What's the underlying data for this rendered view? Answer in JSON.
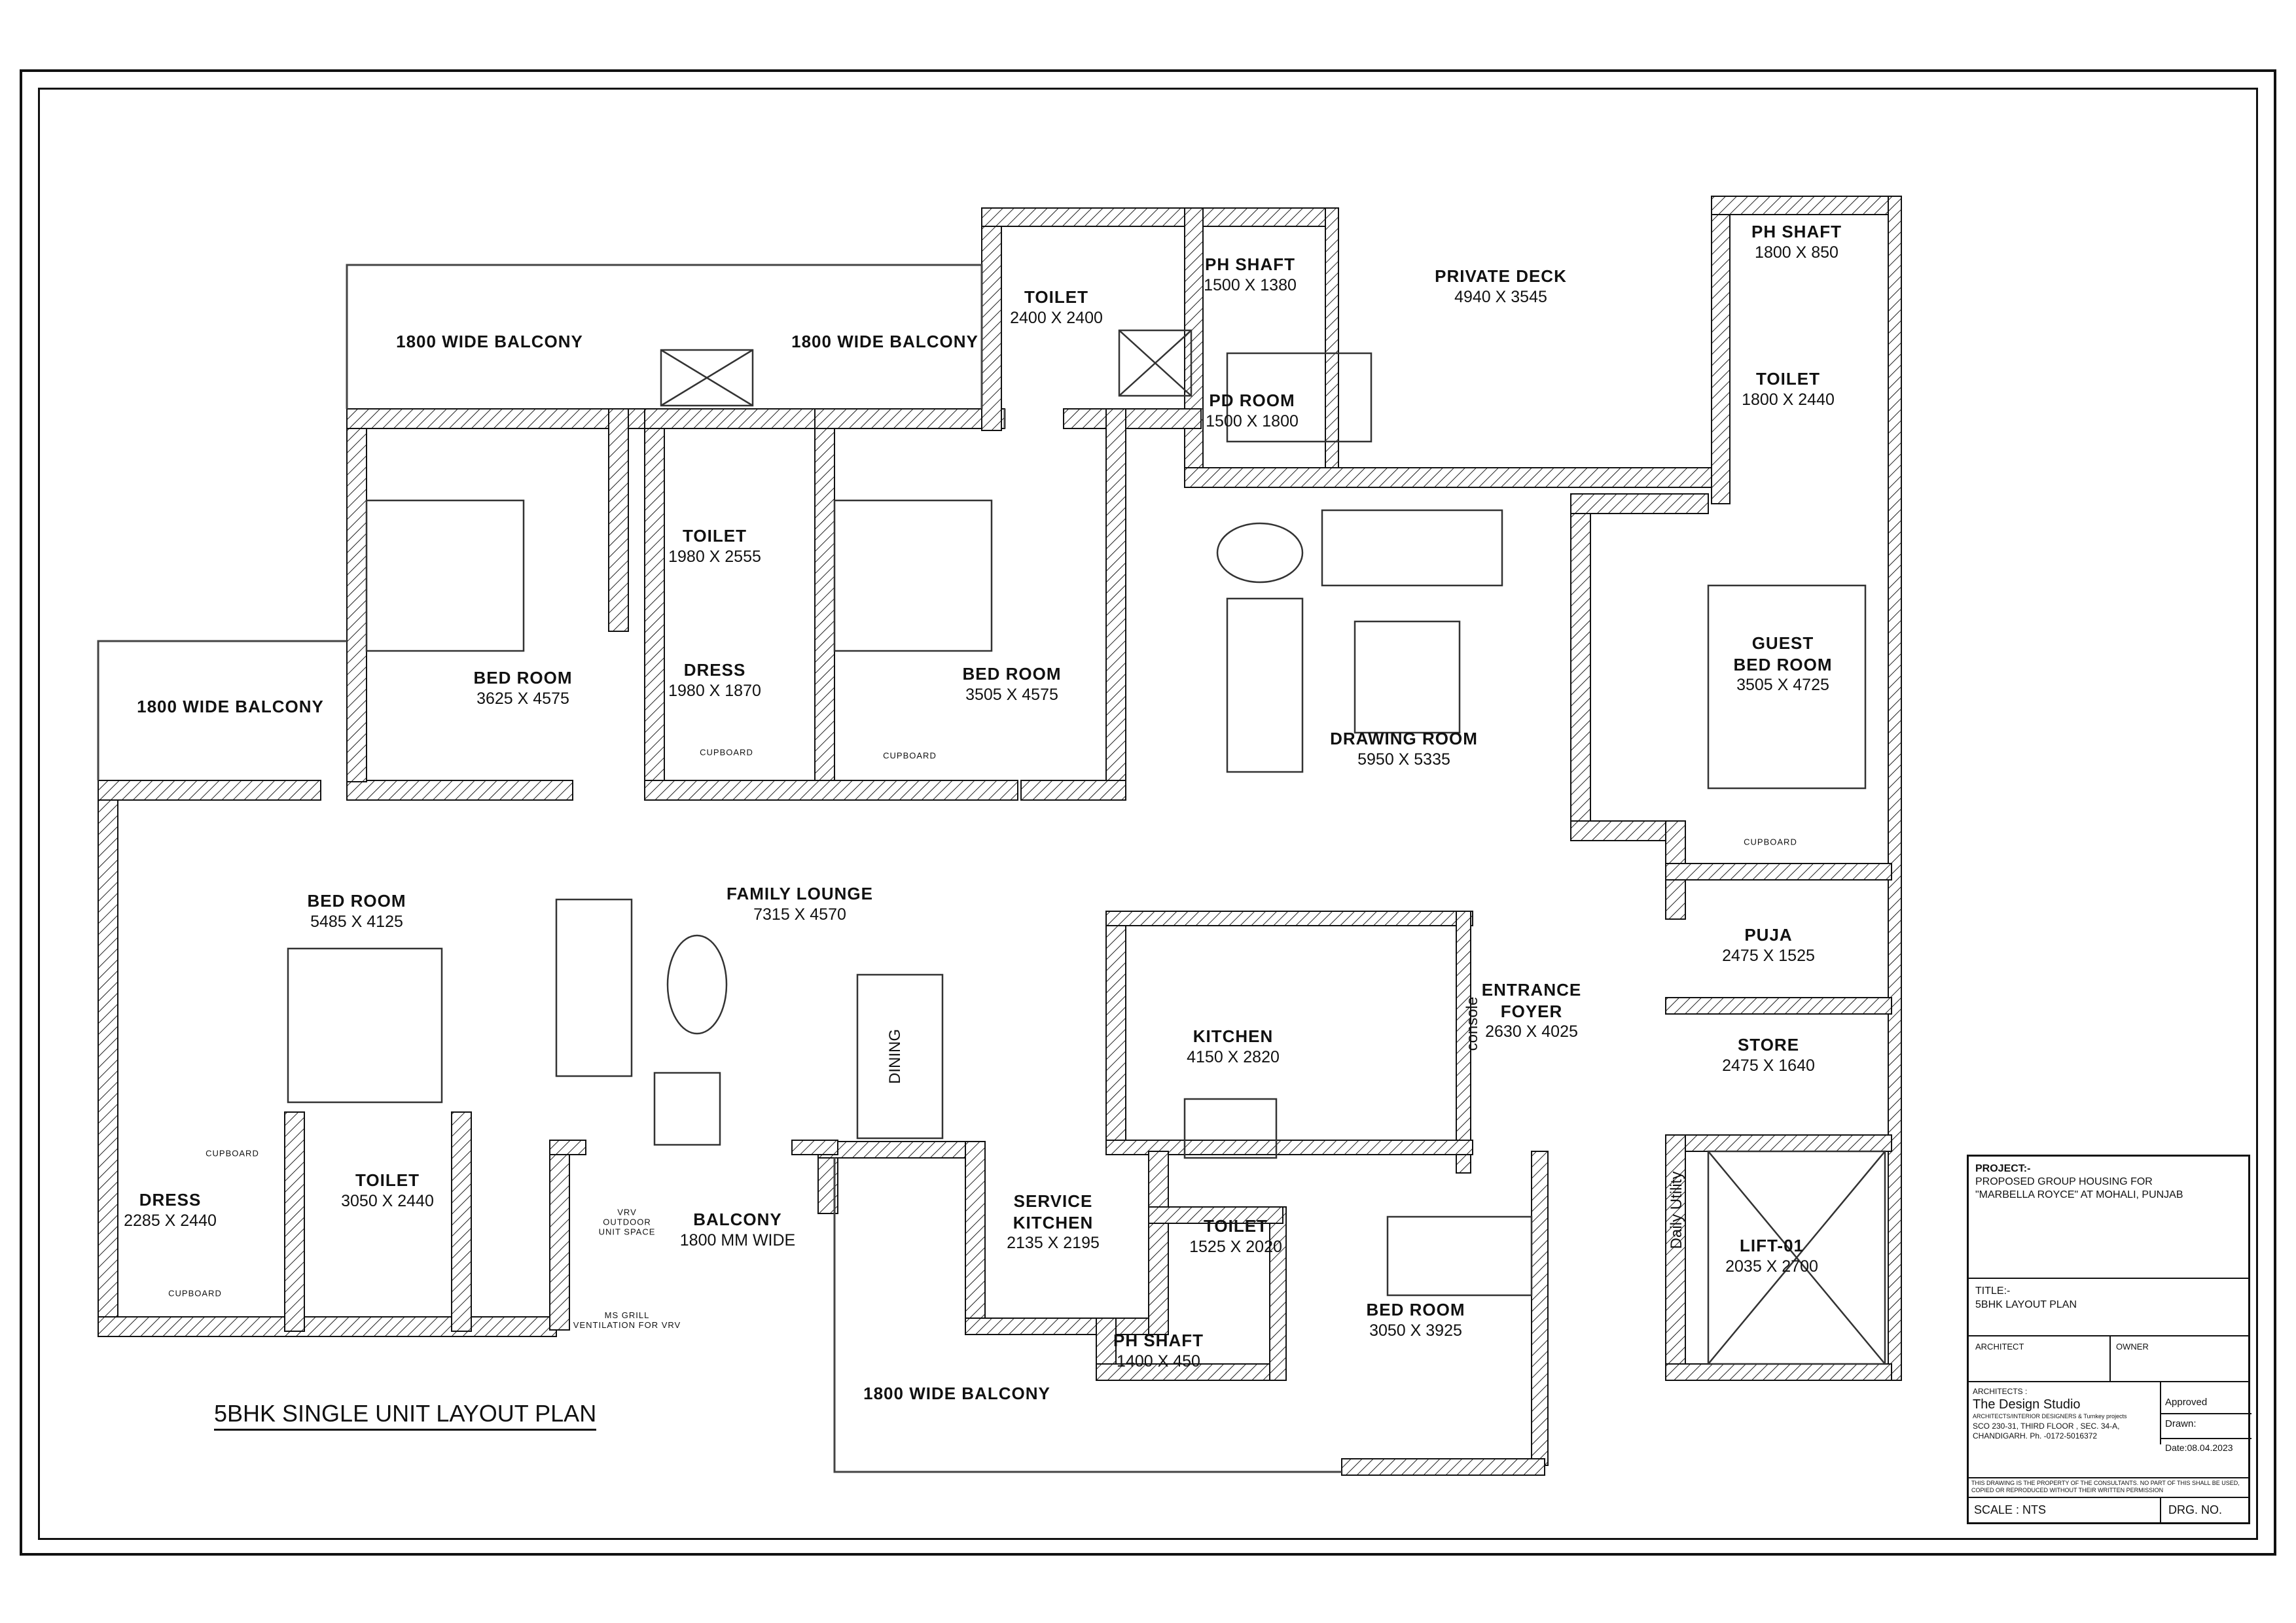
{
  "drawing": {
    "plan_title": "5BHK SINGLE UNIT LAYOUT PLAN",
    "rooms": [
      {
        "id": "balcony-nw",
        "name": "1800 WIDE BALCONY",
        "dims": ""
      },
      {
        "id": "balcony-n",
        "name": "1800 WIDE BALCONY",
        "dims": ""
      },
      {
        "id": "balcony-w",
        "name": "1800 WIDE BALCONY",
        "dims": ""
      },
      {
        "id": "balcony-s",
        "name": "1800 WIDE BALCONY",
        "dims": ""
      },
      {
        "id": "toilet-n",
        "name": "TOILET",
        "dims": "2400 X 2400"
      },
      {
        "id": "ph-shaft-n",
        "name": "PH SHAFT",
        "dims": "1500 X 1380"
      },
      {
        "id": "pd-room",
        "name": "PD ROOM",
        "dims": "1500 X 1800"
      },
      {
        "id": "private-deck",
        "name": "PRIVATE DECK",
        "dims": "4940 X 3545"
      },
      {
        "id": "ph-shaft-ne",
        "name": "PH SHAFT",
        "dims": "1800 X 850"
      },
      {
        "id": "toilet-ne",
        "name": "TOILET",
        "dims": "1800 X 2440"
      },
      {
        "id": "toilet-mid",
        "name": "TOILET",
        "dims": "1980 X 2555"
      },
      {
        "id": "dress-mid",
        "name": "DRESS",
        "dims": "1980 X 1870"
      },
      {
        "id": "bedroom-1",
        "name": "BED ROOM",
        "dims": "3625 X 4575"
      },
      {
        "id": "bedroom-2",
        "name": "BED ROOM",
        "dims": "3505 X 4575"
      },
      {
        "id": "guest-bedroom",
        "name": "GUEST\nBED ROOM",
        "dims": "3505 X 4725"
      },
      {
        "id": "drawing-room",
        "name": "DRAWING ROOM",
        "dims": "5950 X 5335"
      },
      {
        "id": "family-lounge",
        "name": "FAMILY LOUNGE",
        "dims": "7315 X 4570"
      },
      {
        "id": "bedroom-master",
        "name": "BED ROOM",
        "dims": "5485 X 4125"
      },
      {
        "id": "kitchen",
        "name": "KITCHEN",
        "dims": "4150 X 2820"
      },
      {
        "id": "entrance-foyer",
        "name": "ENTRANCE\nFOYER",
        "dims": "2630 X 4025"
      },
      {
        "id": "puja",
        "name": "PUJA",
        "dims": "2475 X 1525"
      },
      {
        "id": "store",
        "name": "STORE",
        "dims": "2475 X 1640"
      },
      {
        "id": "dress-sw",
        "name": "DRESS",
        "dims": "2285 X 2440"
      },
      {
        "id": "toilet-sw",
        "name": "TOILET",
        "dims": "3050 X 2440"
      },
      {
        "id": "balcony-mm",
        "name": "BALCONY",
        "dims": "1800 MM WIDE"
      },
      {
        "id": "service-kitchen",
        "name": "SERVICE\nKITCHEN",
        "dims": "2135 X 2195"
      },
      {
        "id": "toilet-s",
        "name": "TOILET",
        "dims": "1525 X 2020"
      },
      {
        "id": "bedroom-s",
        "name": "BED ROOM",
        "dims": "3050 X 3925"
      },
      {
        "id": "ph-shaft-s",
        "name": "PH SHAFT",
        "dims": "1400 X 450"
      },
      {
        "id": "lift",
        "name": "LIFT-01",
        "dims": "2035 X 2700"
      }
    ],
    "small_labels": {
      "cupboard": "CUPBOARD",
      "dining": "DINING",
      "console": "console",
      "daily_utility": "Daily  Utility",
      "vrv": "VRV\nOUTDOOR\nUNIT SPACE",
      "ms_grill": "MS GRILL\nVENTILATION FOR VRV"
    }
  },
  "title_block": {
    "project_label": "PROJECT:-",
    "project_line1": "PROPOSED GROUP HOUSING FOR",
    "project_line2": "\"MARBELLA ROYCE\" AT MOHALI, PUNJAB",
    "title_label": "TITLE:-",
    "title_value": "5BHK  LAYOUT PLAN",
    "architect_label": "ARCHITECT",
    "owner_label": "OWNER",
    "architects_label": "ARCHITECTS :",
    "firm_name": "The Design Studio",
    "firm_desc": "ARCHITECTS/INTERIOR  DESIGNERS  & Turnkey projects",
    "firm_addr1": "SCO 230-31, THIRD FLOOR , SEC. 34-A,",
    "firm_addr2": "CHANDIGARH. Ph. -0172-5016372",
    "approved_label": "Approved",
    "drawn_label": "Drawn:",
    "date_label": "Date:08.04.2023",
    "notice": "THIS DRAWING IS THE PROPERTY OF THE CONSULTANTS. NO PART OF THIS SHALL BE USED, COPIED OR REPRODUCED WITHOUT THEIR WRITTEN PERMISSION",
    "scale_label": "SCALE : NTS",
    "drg_no_label": "DRG. NO."
  }
}
